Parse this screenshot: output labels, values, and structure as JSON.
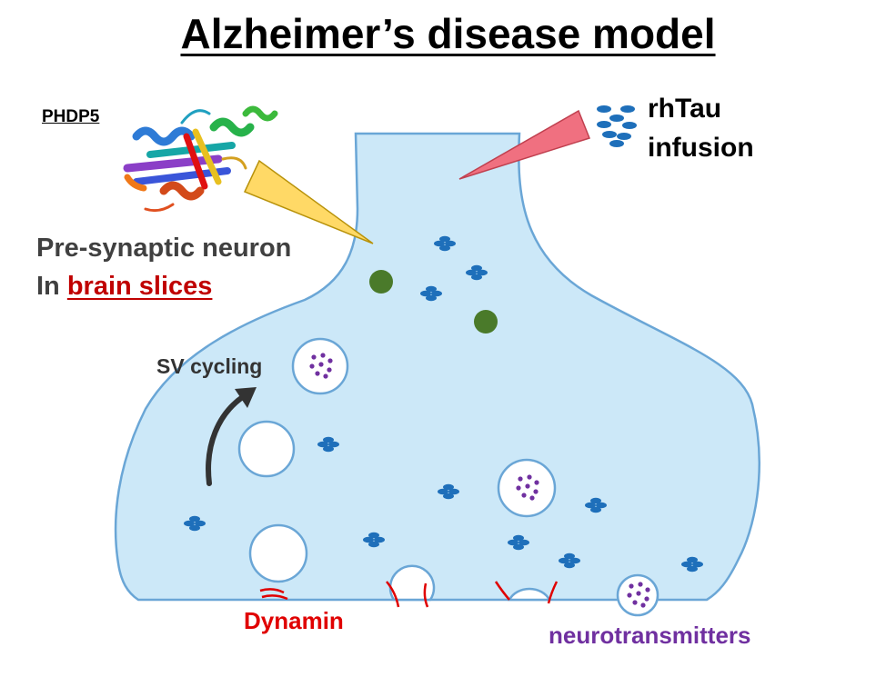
{
  "title": "Alzheimer’s disease model",
  "labels": {
    "phdp5": "PHDP5",
    "rhtau_line1": "rhTau",
    "rhtau_line2": "infusion",
    "presynaptic_line1": "Pre-synaptic neuron",
    "presynaptic_prefix": "In",
    "presynaptic_highlight": "brain slices",
    "sv_cycling": "SV cycling",
    "dynamin": "Dynamin",
    "neurotransmitters": "neurotransmitters"
  },
  "colors": {
    "neuron_fill": "#cce8f8",
    "neuron_stroke": "#6aa6d6",
    "tau": "#1e6fba",
    "green_dot": "#4a7a2a",
    "neurotransmitter": "#7030a0",
    "dynamin": "#e00000",
    "red_pipette": "#f07080",
    "yellow_pipette": "#ffd966",
    "highlight": "#c00000"
  },
  "icons": [
    "protein-structure-icon",
    "tau-cluster-icon",
    "curved-arrow-icon",
    "pipette-icon"
  ]
}
